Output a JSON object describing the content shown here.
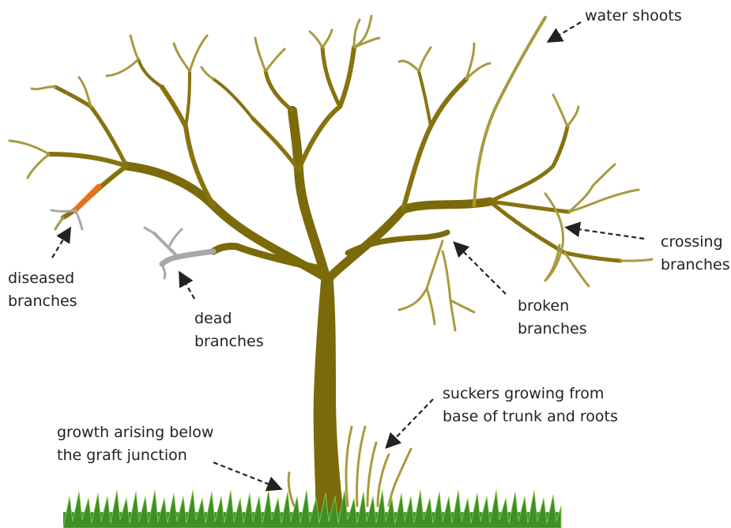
{
  "colors": {
    "trunk": "#7b6a0a",
    "branch": "#86730f",
    "twig": "#a99a3e",
    "dead": "#a8a8a8",
    "diseased": "#e8701a",
    "grass": "#3f8f24",
    "grass_light": "#86d05a",
    "arrow": "#222222",
    "text": "#222222"
  },
  "labels": {
    "water_shoots": "water shoots",
    "crossing_1": "crossing",
    "crossing_2": "branches",
    "broken_1": "broken",
    "broken_2": "branches",
    "diseased_1": "diseased",
    "diseased_2": "branches",
    "dead_1": "dead",
    "dead_2": "branches",
    "suckers_1": "suckers growing from",
    "suckers_2": "base of trunk and roots",
    "graft_1": "growth arising below",
    "graft_2": "the graft junction"
  }
}
